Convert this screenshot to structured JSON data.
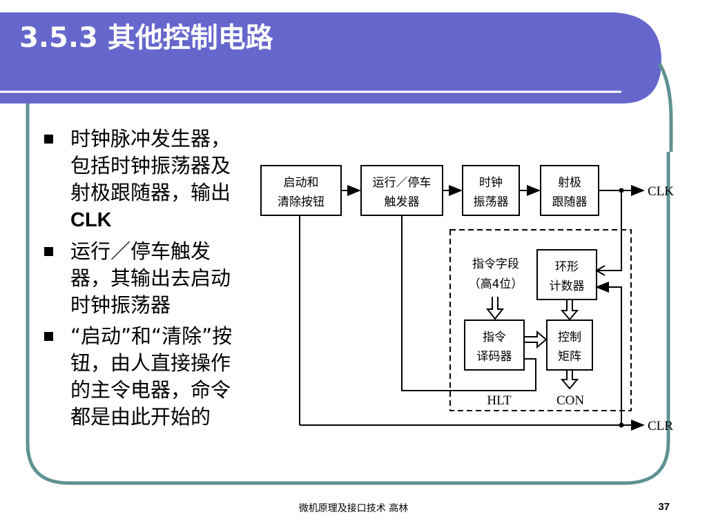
{
  "slide": {
    "title": "3.5.3  其他控制电路",
    "colors": {
      "header": "#6667CC",
      "frame": "#5E9292",
      "text": "#000000"
    }
  },
  "bullets": [
    {
      "text": "时钟脉冲发生器，包括时钟振荡器及射极跟随器，输出",
      "emph": "CLK"
    },
    {
      "text": "运行／停车触发器，其输出去启动时钟振荡器",
      "emph": ""
    },
    {
      "text": "“启动”和“清除”按钮，由人直接操作的主令电器，命令都是由此开始的",
      "emph": ""
    }
  ],
  "diagram": {
    "blocks": {
      "start_clear": [
        "启动和",
        "清除按钮"
      ],
      "run_stop": [
        "运行／停车",
        "触发器"
      ],
      "clock_osc": [
        "时钟",
        "振荡器"
      ],
      "emitter_follower": [
        "射极",
        "跟随器"
      ],
      "ring_counter": [
        "环形",
        "计数器"
      ],
      "decoder": [
        "指令",
        "译码器"
      ],
      "control_matrix": [
        "控制",
        "矩阵"
      ]
    },
    "opcode_label": [
      "指令字段",
      "（高4位）"
    ],
    "signals": {
      "clk": "CLK",
      "clr": "CLR",
      "hlt": "HLT",
      "con": "CON"
    }
  },
  "footer": {
    "course": "微机原理及接口技术  高林",
    "page": "37"
  }
}
